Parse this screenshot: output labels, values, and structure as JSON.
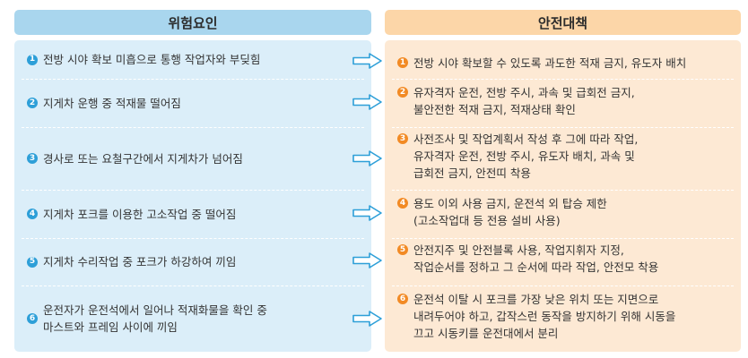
{
  "header": {
    "risk_title": "위험요인",
    "safety_title": "안전대책"
  },
  "colors": {
    "blue_accent": "#2d9fd8",
    "orange_accent": "#f28a24",
    "blue_panel": "#dbeef9",
    "orange_panel": "#fde9d4"
  },
  "rows": [
    {
      "num": "1",
      "risk": "전방 시야 확보 미흡으로 통행 작업자와 부딪힘",
      "safety": "전방 시야 확보할 수 있도록 과도한 적재 금지, 유도자 배치"
    },
    {
      "num": "2",
      "risk": "지게차 운행 중 적재물 떨어짐",
      "safety": "유자격자 운전, 전방 주시, 과속 및 급회전 금지,\n불안전한 적재 금지, 적재상태 확인"
    },
    {
      "num": "3",
      "risk": "경사로 또는 요철구간에서 지게차가 넘어짐",
      "safety": "사전조사 및 작업계획서 작성 후 그에 따라 작업,\n유자격자 운전, 전방 주시, 유도자 배치, 과속 및\n급회전 금지, 안전띠 착용"
    },
    {
      "num": "4",
      "risk": "지게차 포크를 이용한 고소작업 중 떨어짐",
      "safety": "용도 이외 사용 금지, 운전석 외 탑승 제한\n(고소작업대 등 전용 설비 사용)"
    },
    {
      "num": "5",
      "risk": "지게차 수리작업 중 포크가 하강하여 끼임",
      "safety": "안전지주 및 안전블록 사용, 작업지휘자 지정,\n작업순서를 정하고 그 순서에 따라 작업, 안전모 착용"
    },
    {
      "num": "6",
      "risk": "운전자가 운전석에서 일어나 적재화물을 확인 중\n마스트와 프레임 사이에 끼임",
      "safety": "운전석 이탈 시 포크를 가장 낮은 위치 또는 지면으로\n내려두어야 하고, 갑작스런 동작을 방지하기 위해 시동을\n끄고 시동키를 운전대에서 분리"
    }
  ]
}
